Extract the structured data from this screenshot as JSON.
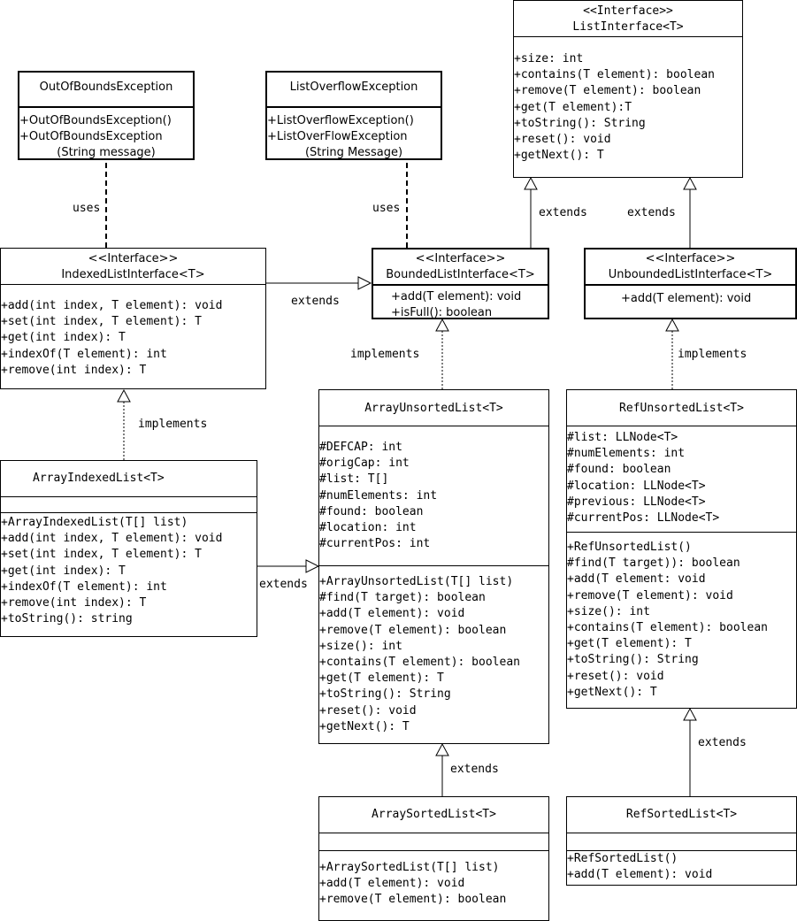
{
  "diagram": {
    "title": "List class hierarchy UML diagram",
    "classes": {
      "out_of_bounds": {
        "name": "OutOfBoundsException",
        "attributes": [],
        "methods": [
          "+OutOfBoundsException()",
          "+OutOfBoundsException",
          "(String message)"
        ]
      },
      "list_overflow": {
        "name": "ListOverflowException",
        "attributes": [],
        "methods": [
          "+ListOverflowException()",
          "+ListOverFlowException",
          "(String Message)"
        ]
      },
      "list_interface": {
        "stereotype": "<<Interface>>",
        "name": "ListInterface<T>",
        "methods": [
          "+size: int",
          "+contains(T element): boolean",
          "+remove(T element): boolean",
          "+get(T element):T",
          "+toString(): String",
          "+reset(): void",
          "+getNext(): T"
        ]
      },
      "indexed_list_interface": {
        "stereotype": "<<Interface>>",
        "name": "IndexedListInterface<T>",
        "methods": [
          "+add(int index, T element): void",
          "+set(int index, T element): T",
          "+get(int index): T",
          "+indexOf(T element): int",
          "+remove(int index): T"
        ]
      },
      "bounded_list_interface": {
        "stereotype": "<<Interface>>",
        "name": "BoundedListInterface<T>",
        "methods": [
          "+add(T element): void",
          "+isFull(): boolean"
        ]
      },
      "unbounded_list_interface": {
        "stereotype": "<<Interface>>",
        "name": "UnboundedListInterface<T>",
        "methods": [
          "+add(T element): void"
        ]
      },
      "array_indexed_list": {
        "name": "ArrayIndexedList<T>",
        "attributes": [],
        "methods": [
          "+ArrayIndexedList(T[] list)",
          "+add(int index, T element): void",
          "+set(int index, T element): T",
          "+get(int index): T",
          "+indexOf(T element): int",
          "+remove(int index): T",
          "+toString(): string"
        ]
      },
      "array_unsorted_list": {
        "name": "ArrayUnsortedList<T>",
        "attributes": [
          "#DEFCAP: int",
          "#origCap: int",
          "#list: T[]",
          "#numElements: int",
          "#found: boolean",
          "#location: int",
          "#currentPos: int"
        ],
        "methods": [
          "+ArrayUnsortedList(T[] list)",
          "#find(T target): boolean",
          "+add(T element): void",
          "+remove(T element): boolean",
          "+size(): int",
          "+contains(T element): boolean",
          "+get(T element): T",
          "+toString(): String",
          "+reset(): void",
          "+getNext(): T"
        ]
      },
      "ref_unsorted_list": {
        "name": "RefUnsortedList<T>",
        "attributes": [
          "#list: LLNode<T>",
          "#numElements: int",
          "#found: boolean",
          "#location: LLNode<T>",
          "#previous: LLNode<T>",
          "#currentPos: LLNode<T>"
        ],
        "methods": [
          "+RefUnsortedList()",
          "#find(T target)): boolean",
          "+add(T element: void",
          "+remove(T element): void",
          "+size(): int",
          "+contains(T element): boolean",
          "+get(T element): T",
          "+toString(): String",
          "+reset(): void",
          "+getNext(): T"
        ]
      },
      "array_sorted_list": {
        "name": "ArraySortedList<T>",
        "attributes": [],
        "methods": [
          "+ArraySortedList(T[] list)",
          "+add(T element): void",
          "+remove(T element): boolean"
        ]
      },
      "ref_sorted_list": {
        "name": "RefSortedList<T>",
        "attributes": [],
        "methods": [
          "+RefSortedList()",
          "+add(T element): void"
        ]
      }
    },
    "relations": [
      {
        "from": "indexed_list_interface",
        "to": "out_of_bounds",
        "type": "dependency",
        "label": "uses"
      },
      {
        "from": "bounded_list_interface",
        "to": "list_overflow",
        "type": "dependency",
        "label": "uses"
      },
      {
        "from": "bounded_list_interface",
        "to": "list_interface",
        "type": "generalization",
        "label": "extends"
      },
      {
        "from": "unbounded_list_interface",
        "to": "list_interface",
        "type": "generalization",
        "label": "extends"
      },
      {
        "from": "indexed_list_interface",
        "to": "bounded_list_interface",
        "type": "generalization",
        "label": "extends"
      },
      {
        "from": "array_indexed_list",
        "to": "indexed_list_interface",
        "type": "realization",
        "label": "implements"
      },
      {
        "from": "array_unsorted_list",
        "to": "bounded_list_interface",
        "type": "realization",
        "label": "implements"
      },
      {
        "from": "ref_unsorted_list",
        "to": "unbounded_list_interface",
        "type": "realization",
        "label": "implements"
      },
      {
        "from": "array_indexed_list",
        "to": "array_unsorted_list",
        "type": "generalization",
        "label": "extends"
      },
      {
        "from": "array_sorted_list",
        "to": "array_unsorted_list",
        "type": "generalization",
        "label": "extends"
      },
      {
        "from": "ref_sorted_list",
        "to": "ref_unsorted_list",
        "type": "generalization",
        "label": "extends"
      }
    ]
  }
}
